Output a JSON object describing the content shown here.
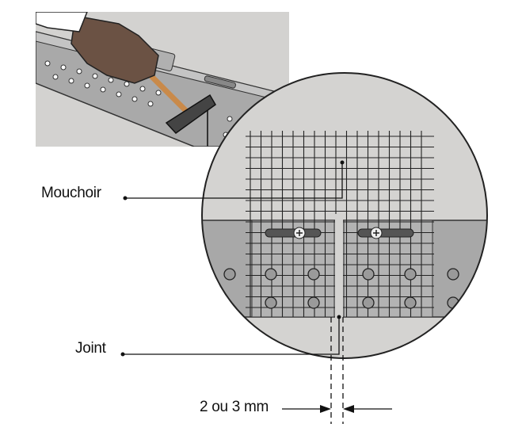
{
  "labels": {
    "mouchoir": "Mouchoir",
    "joint": "Joint",
    "gap": "2 ou 3 mm"
  },
  "colors": {
    "concrete": "#d3d2d0",
    "metal": "#a8a8a8",
    "glove": "#6b5244",
    "handle": "#c98a4a"
  }
}
